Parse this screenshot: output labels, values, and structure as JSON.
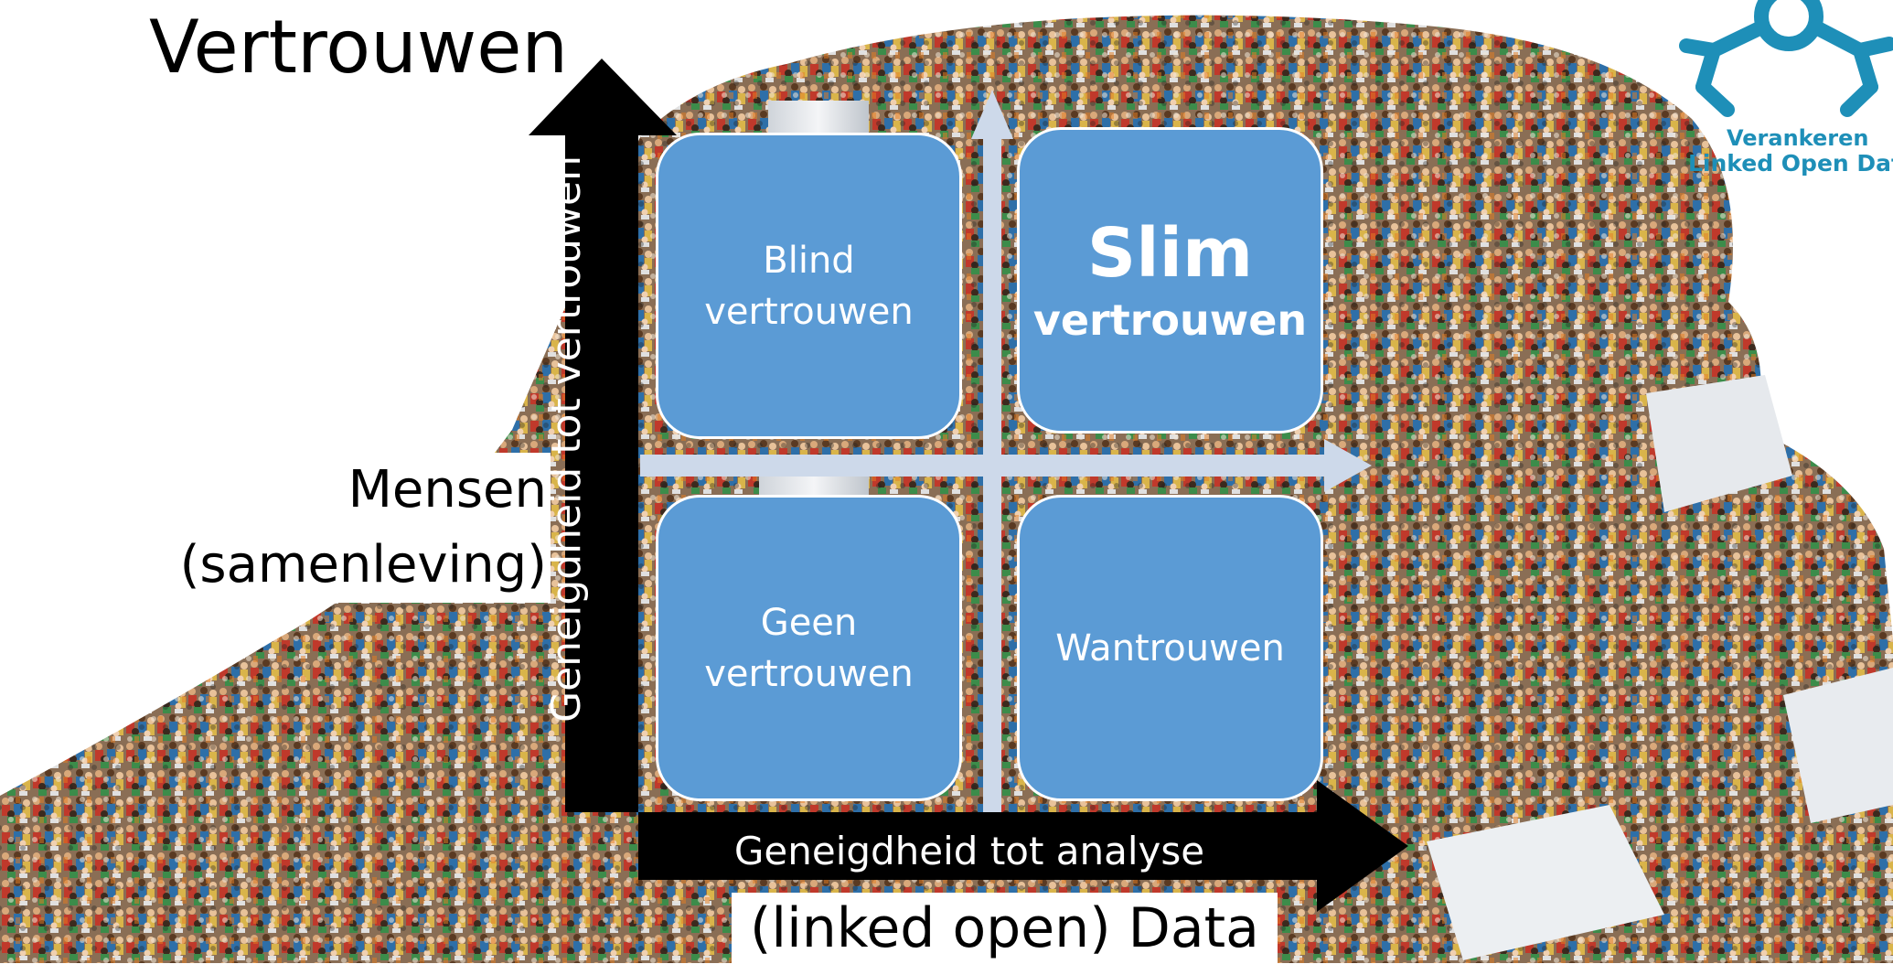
{
  "title": "Vertrouwen",
  "y_axis": {
    "side_label_line1": "Mensen",
    "side_label_line2": "(samenleving)",
    "arrow_label": "Geneigdheid tot vertrouwen"
  },
  "x_axis": {
    "arrow_label": "Geneigdheid tot analyse",
    "bottom_label": "(linked open) Data"
  },
  "quadrants": {
    "top_left": {
      "line1": "Blind",
      "line2": "vertrouwen"
    },
    "top_right": {
      "line1": "Slim",
      "line2": "vertrouwen"
    },
    "bottom_left": {
      "line1": "Geen",
      "line2": "vertrouwen"
    },
    "bottom_right": {
      "line1": "Wantrouwen"
    }
  },
  "logo": {
    "line1": "Verankeren",
    "line2": "Linked Open Data",
    "icon": "network-logo-icon"
  },
  "background": {
    "icon": "crowd-illustration"
  },
  "colors": {
    "quadrant_fill": "#5b9bd5",
    "axis_black": "#000000",
    "inner_axis": "#cdd9ea",
    "logo_blue": "#1e8fb8"
  }
}
